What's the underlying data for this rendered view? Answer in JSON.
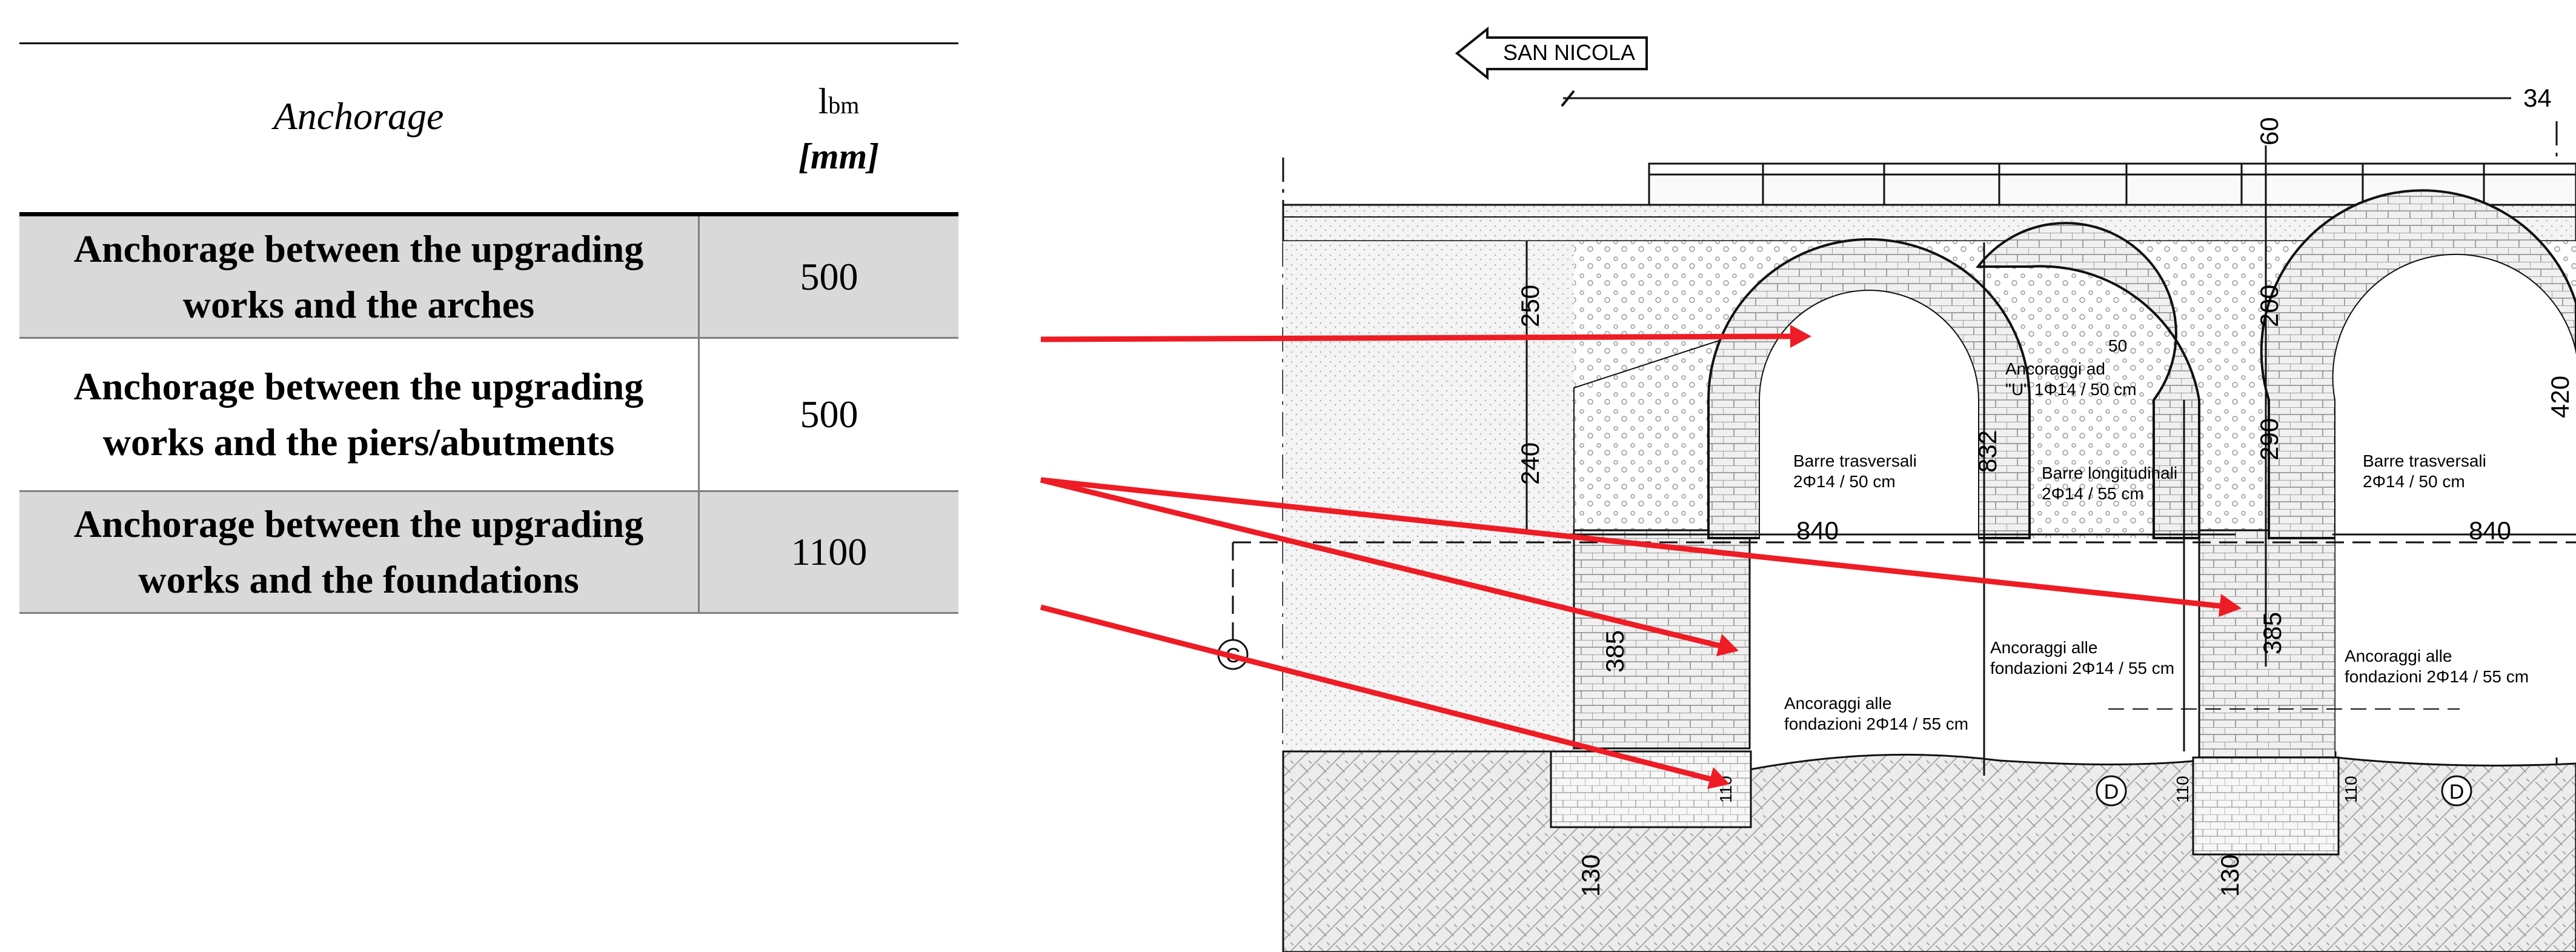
{
  "table": {
    "header": {
      "label": "Anchorage",
      "symbol_main": "l",
      "symbol_sub": "bm",
      "unit": "[mm]"
    },
    "rows": [
      {
        "label_line1": "Anchorage between the upgrading",
        "label_line2": "works and the arches",
        "value": "500"
      },
      {
        "label_line1": "Anchorage between the upgrading",
        "label_line2": "works and the piers/abutments",
        "value": "500"
      },
      {
        "label_line1": "Anchorage between the upgrading",
        "label_line2": "works and the foundations",
        "value": "1100"
      }
    ]
  },
  "drawing": {
    "direction_label": "SAN NICOLA",
    "dimensions": {
      "total_top": "34",
      "top_60": "60",
      "d250": "250",
      "d240": "240",
      "d200": "200",
      "d290": "290",
      "d832": "832",
      "d420": "420",
      "span_left": "840",
      "span_right": "840",
      "pier_left": "385",
      "pier_right": "385",
      "found_left": "110",
      "found_mid": "110",
      "found_right": "110",
      "base_left": "130",
      "base_right": "130",
      "spacing_50": "50"
    },
    "annotations": {
      "u_anchor_line1": "Ancoraggi ad",
      "u_anchor_line2": "\"U\" 1Φ14 / 50 cm",
      "trans_left_line1": "Barre trasversali",
      "trans_left_line2": "2Φ14 / 50 cm",
      "long_line1": "Barre longitudinali",
      "long_line2": "2Φ14 / 55 cm",
      "trans_right_line1": "Barre trasversali",
      "trans_right_line2": "2Φ14 / 50 cm",
      "found_left_line1": "Ancoraggi alle",
      "found_left_line2": "fondazioni 2Φ14 / 55 cm",
      "found_mid_line1": "Ancoraggi alle",
      "found_mid_line2": "fondazioni 2Φ14 / 55 cm",
      "found_right_line1": "Ancoraggi alle",
      "found_right_line2": "fondazioni 2Φ14 / 55 cm"
    },
    "section_marks": {
      "c": "C",
      "d_left": "D",
      "d_right": "D"
    },
    "colors": {
      "arrow": "#ee1c24",
      "line": "#111111",
      "fill_light": "#f2f2f2"
    }
  }
}
